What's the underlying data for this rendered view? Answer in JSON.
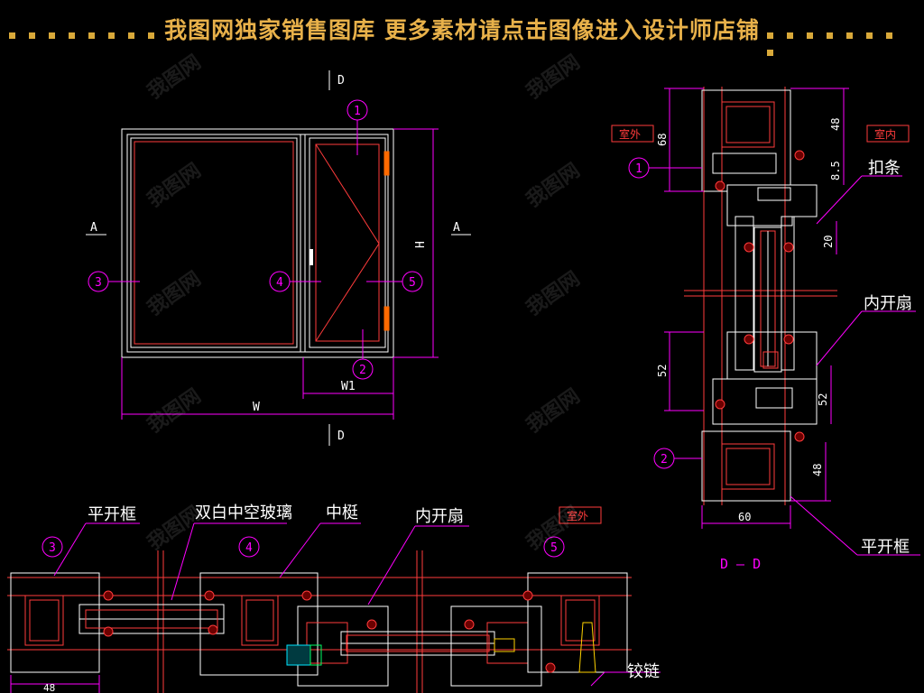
{
  "banner": {
    "title": "我图网独家销售图库 更多素材请点击图像进入设计师店铺"
  },
  "elevation": {
    "section_mark_top": "D",
    "section_mark_bottom": "D",
    "mark_a_left": "A",
    "mark_a_right": "A",
    "dim_height": "H",
    "dim_width": "W",
    "dim_sash_width": "W1",
    "callouts": [
      "1",
      "2",
      "3",
      "4",
      "5"
    ]
  },
  "section_dd": {
    "label_outside": "室外",
    "label_inside": "室内",
    "callout_1": "1",
    "callout_2": "2",
    "dims_right": [
      "48",
      "8.5",
      "20",
      "52",
      "48"
    ],
    "dims_left": [
      "68",
      "52"
    ],
    "dim_bottom": "60",
    "title": "D — D"
  },
  "labels": {
    "kou_tiao": "扣条",
    "nei_kai_shan_right": "内开扇",
    "ping_kai_kuang_right": "平开框",
    "ping_kai_kuang_bottom": "平开框",
    "shuang_bai": "双白中空玻璃",
    "zhong_ting": "中梃",
    "nei_kai_shan_bottom": "内开扇",
    "jiao_lian": "铰链"
  },
  "section_aa": {
    "label_outside": "室外",
    "callouts": [
      "3",
      "4",
      "5"
    ],
    "dim_left": "48"
  },
  "watermark": "我图网"
}
